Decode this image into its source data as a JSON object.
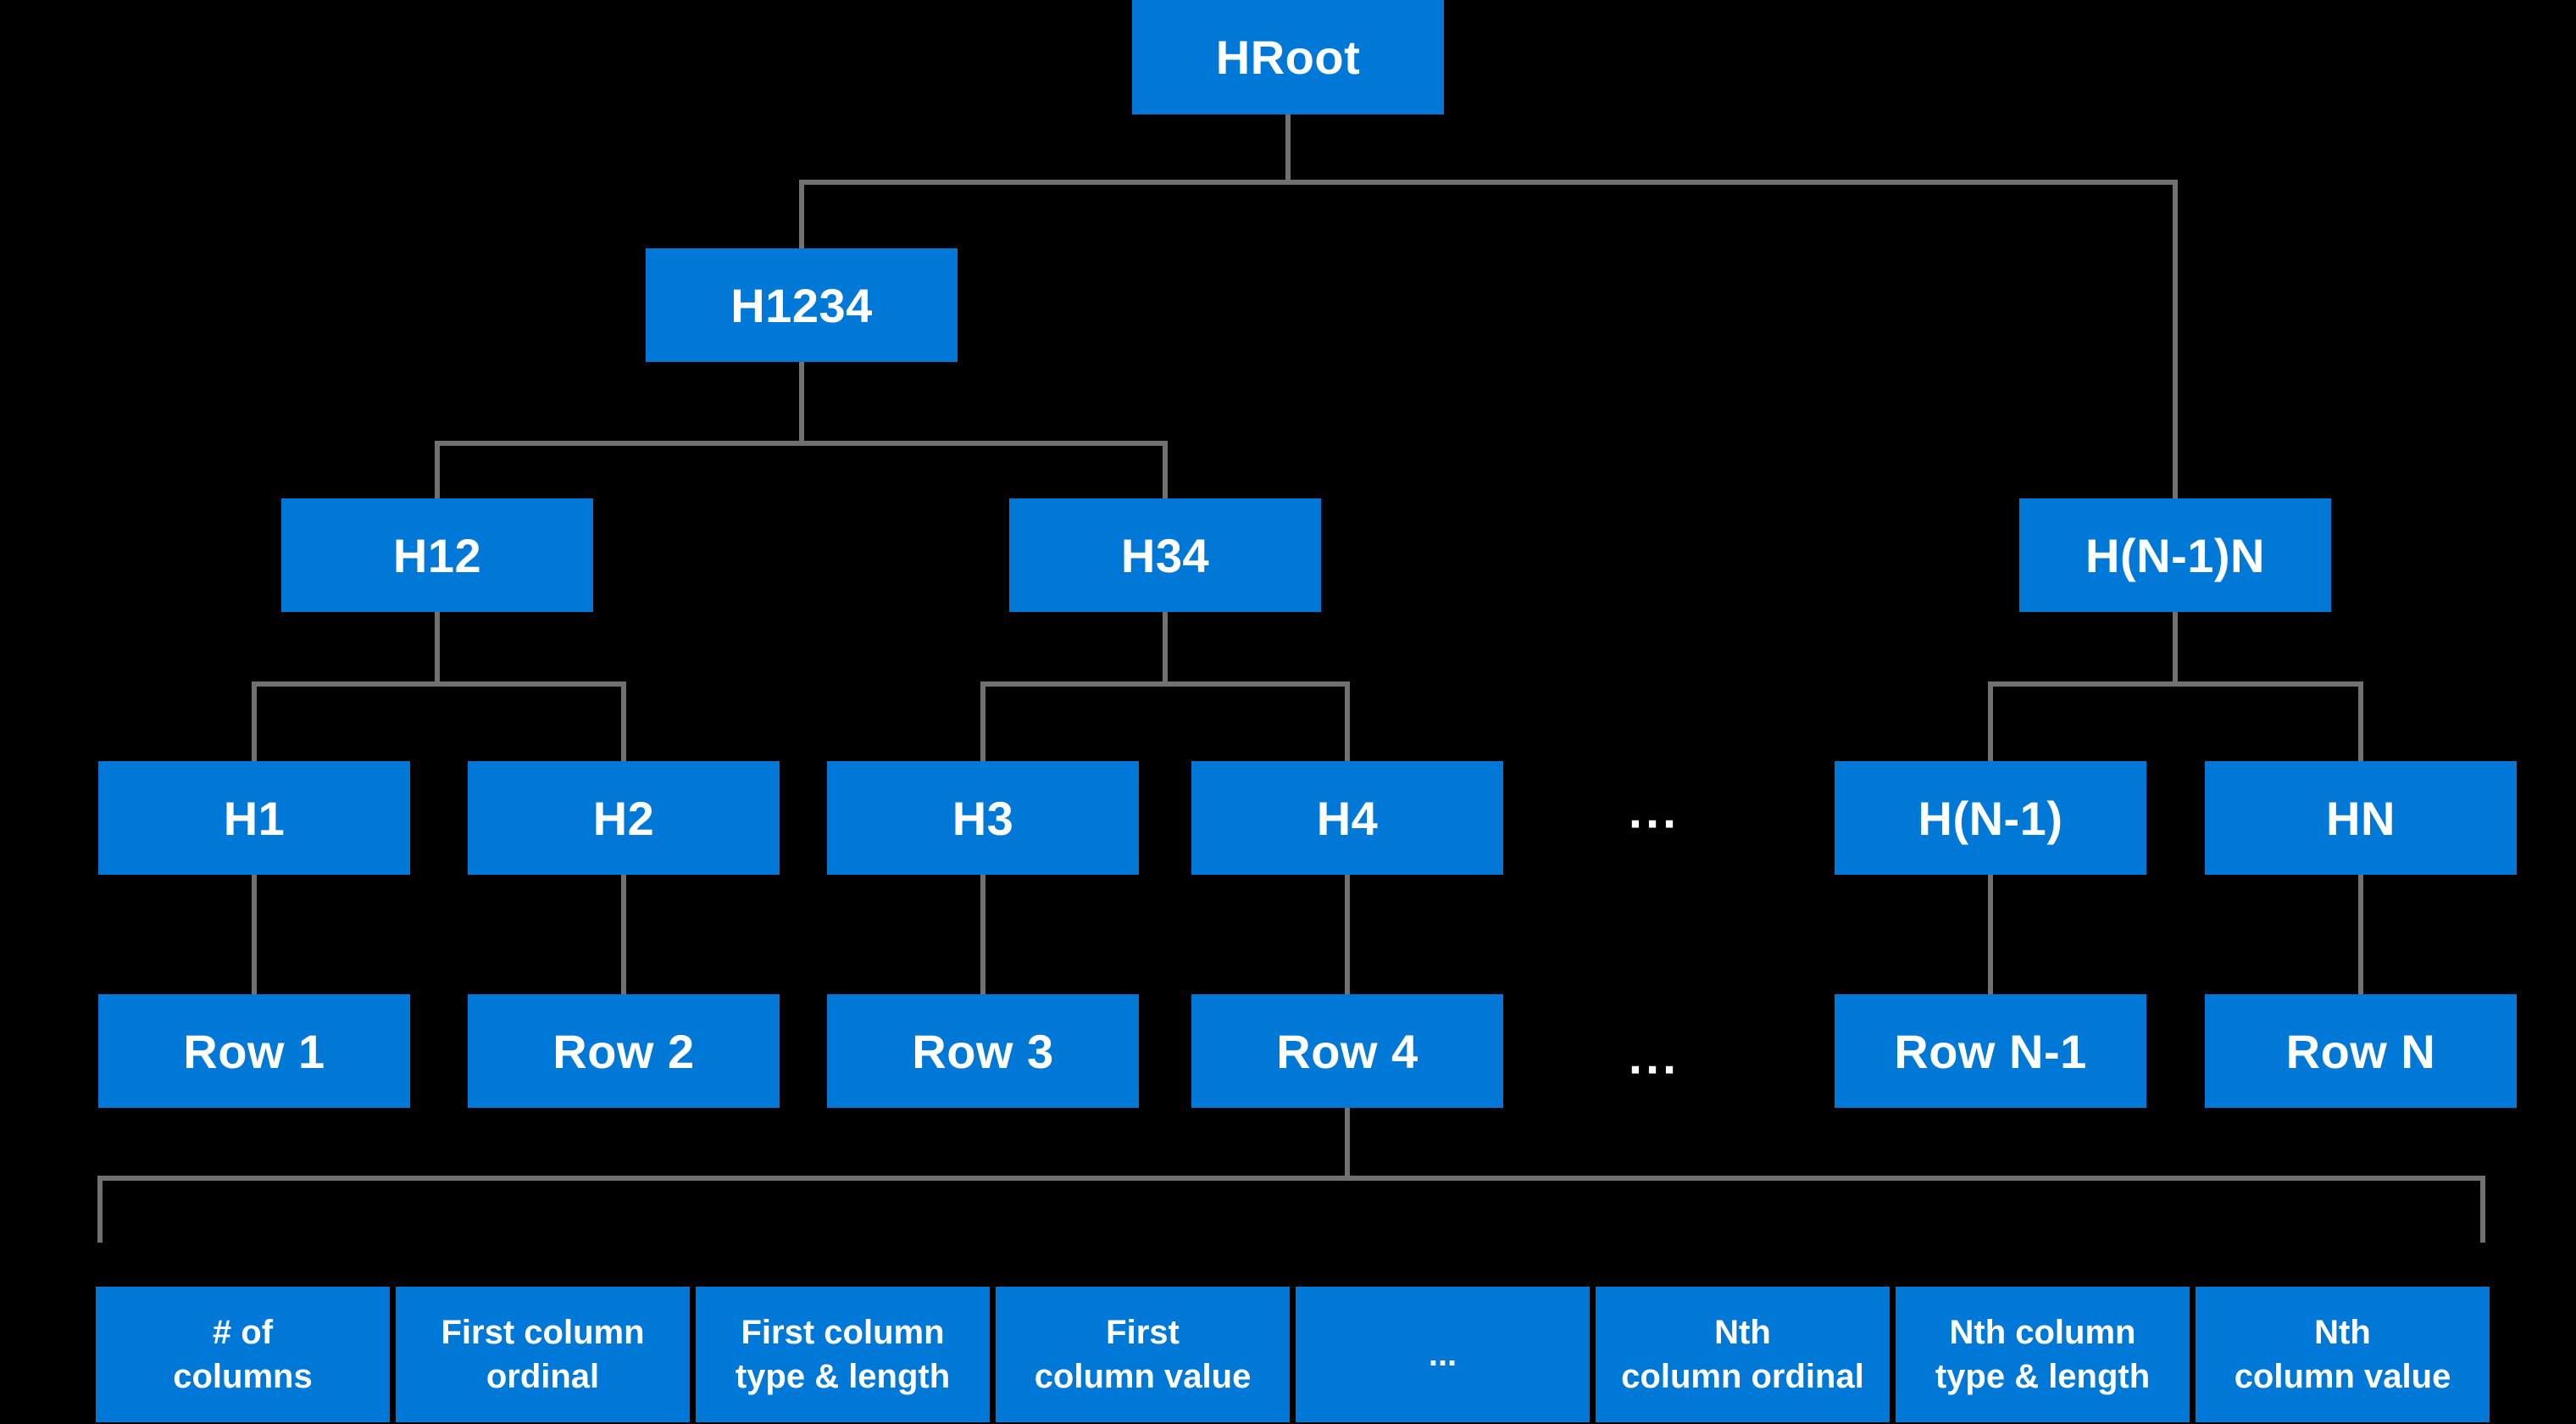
{
  "colors": {
    "background": "#000000",
    "node_fill": "#0078D7",
    "connector": "#717171",
    "text": "#FFFFFF"
  },
  "tree": {
    "root": "HRoot",
    "level2": "H1234",
    "level3": [
      "H12",
      "H34",
      "H(N-1)N"
    ],
    "leaves": [
      "H1",
      "H2",
      "H3",
      "H4",
      "H(N-1)",
      "HN"
    ],
    "leaf_ellipsis": "...",
    "rows": [
      "Row 1",
      "Row 2",
      "Row 3",
      "Row 4",
      "Row N-1",
      "Row N"
    ],
    "row_ellipsis": "..."
  },
  "row_record_fields": [
    "# of\ncolumns",
    "First column\nordinal",
    "First column\ntype & length",
    "First\ncolumn value",
    "...",
    "Nth\ncolumn ordinal",
    "Nth column\ntype & length",
    "Nth\ncolumn value"
  ]
}
